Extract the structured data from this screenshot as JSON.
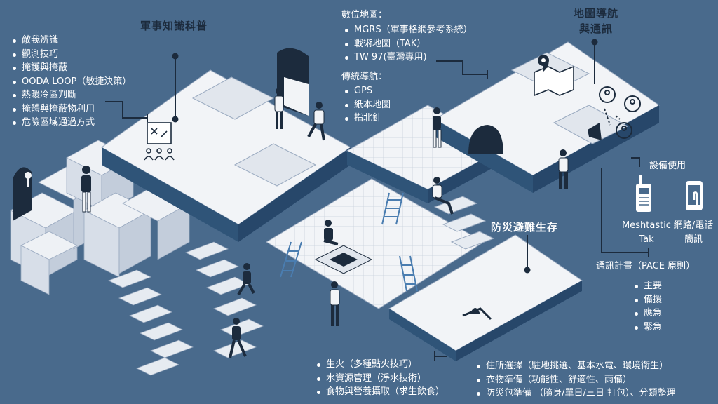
{
  "military": {
    "title": "軍事知識科普",
    "items": [
      "敵我辨識",
      "觀測技巧",
      "掩護與掩蔽",
      "OODA LOOP（敏捷決策）",
      "熱暖冷區判斷",
      "掩體與掩蔽物利用",
      "危險區域通過方式"
    ]
  },
  "digital_map": {
    "heading": "數位地圖：",
    "items": [
      "MGRS（軍事格網參考系統）",
      "戰術地圖（TAK）",
      "TW 97(臺灣專用)"
    ]
  },
  "traditional_nav": {
    "heading": "傳統導航：",
    "items": [
      "GPS",
      "紙本地圖",
      "指北針"
    ]
  },
  "map_nav": {
    "title_line1": "地圖導航",
    "title_line2": "與通訊"
  },
  "equipment": {
    "label": "設備使用",
    "device1_line1": "Meshtastic",
    "device1_line2": "Tak",
    "device2_line1": "網路/電話",
    "device2_line2": "簡訊"
  },
  "pace": {
    "title": "通訊計畫（PACE 原則）",
    "items": [
      "主要",
      "備援",
      "應急",
      "緊急"
    ]
  },
  "disaster": {
    "title": "防災避難生存",
    "left_items": [
      "生火（多種點火技巧）",
      "水資源管理（淨水技術）",
      "食物與營養攝取（求生飲食）"
    ],
    "right_items": [
      "住所選擇（駐地挑選、基本水電、環境衛生）",
      "衣物準備（功能性、舒適性、雨備）",
      "防災包準備 （隨身/單日/三日 打包）、分類整理"
    ]
  },
  "colors": {
    "background": "#496a8c",
    "floor": "#f2f4f7",
    "wall": "#2f5478",
    "outline": "#1c2b3d"
  }
}
